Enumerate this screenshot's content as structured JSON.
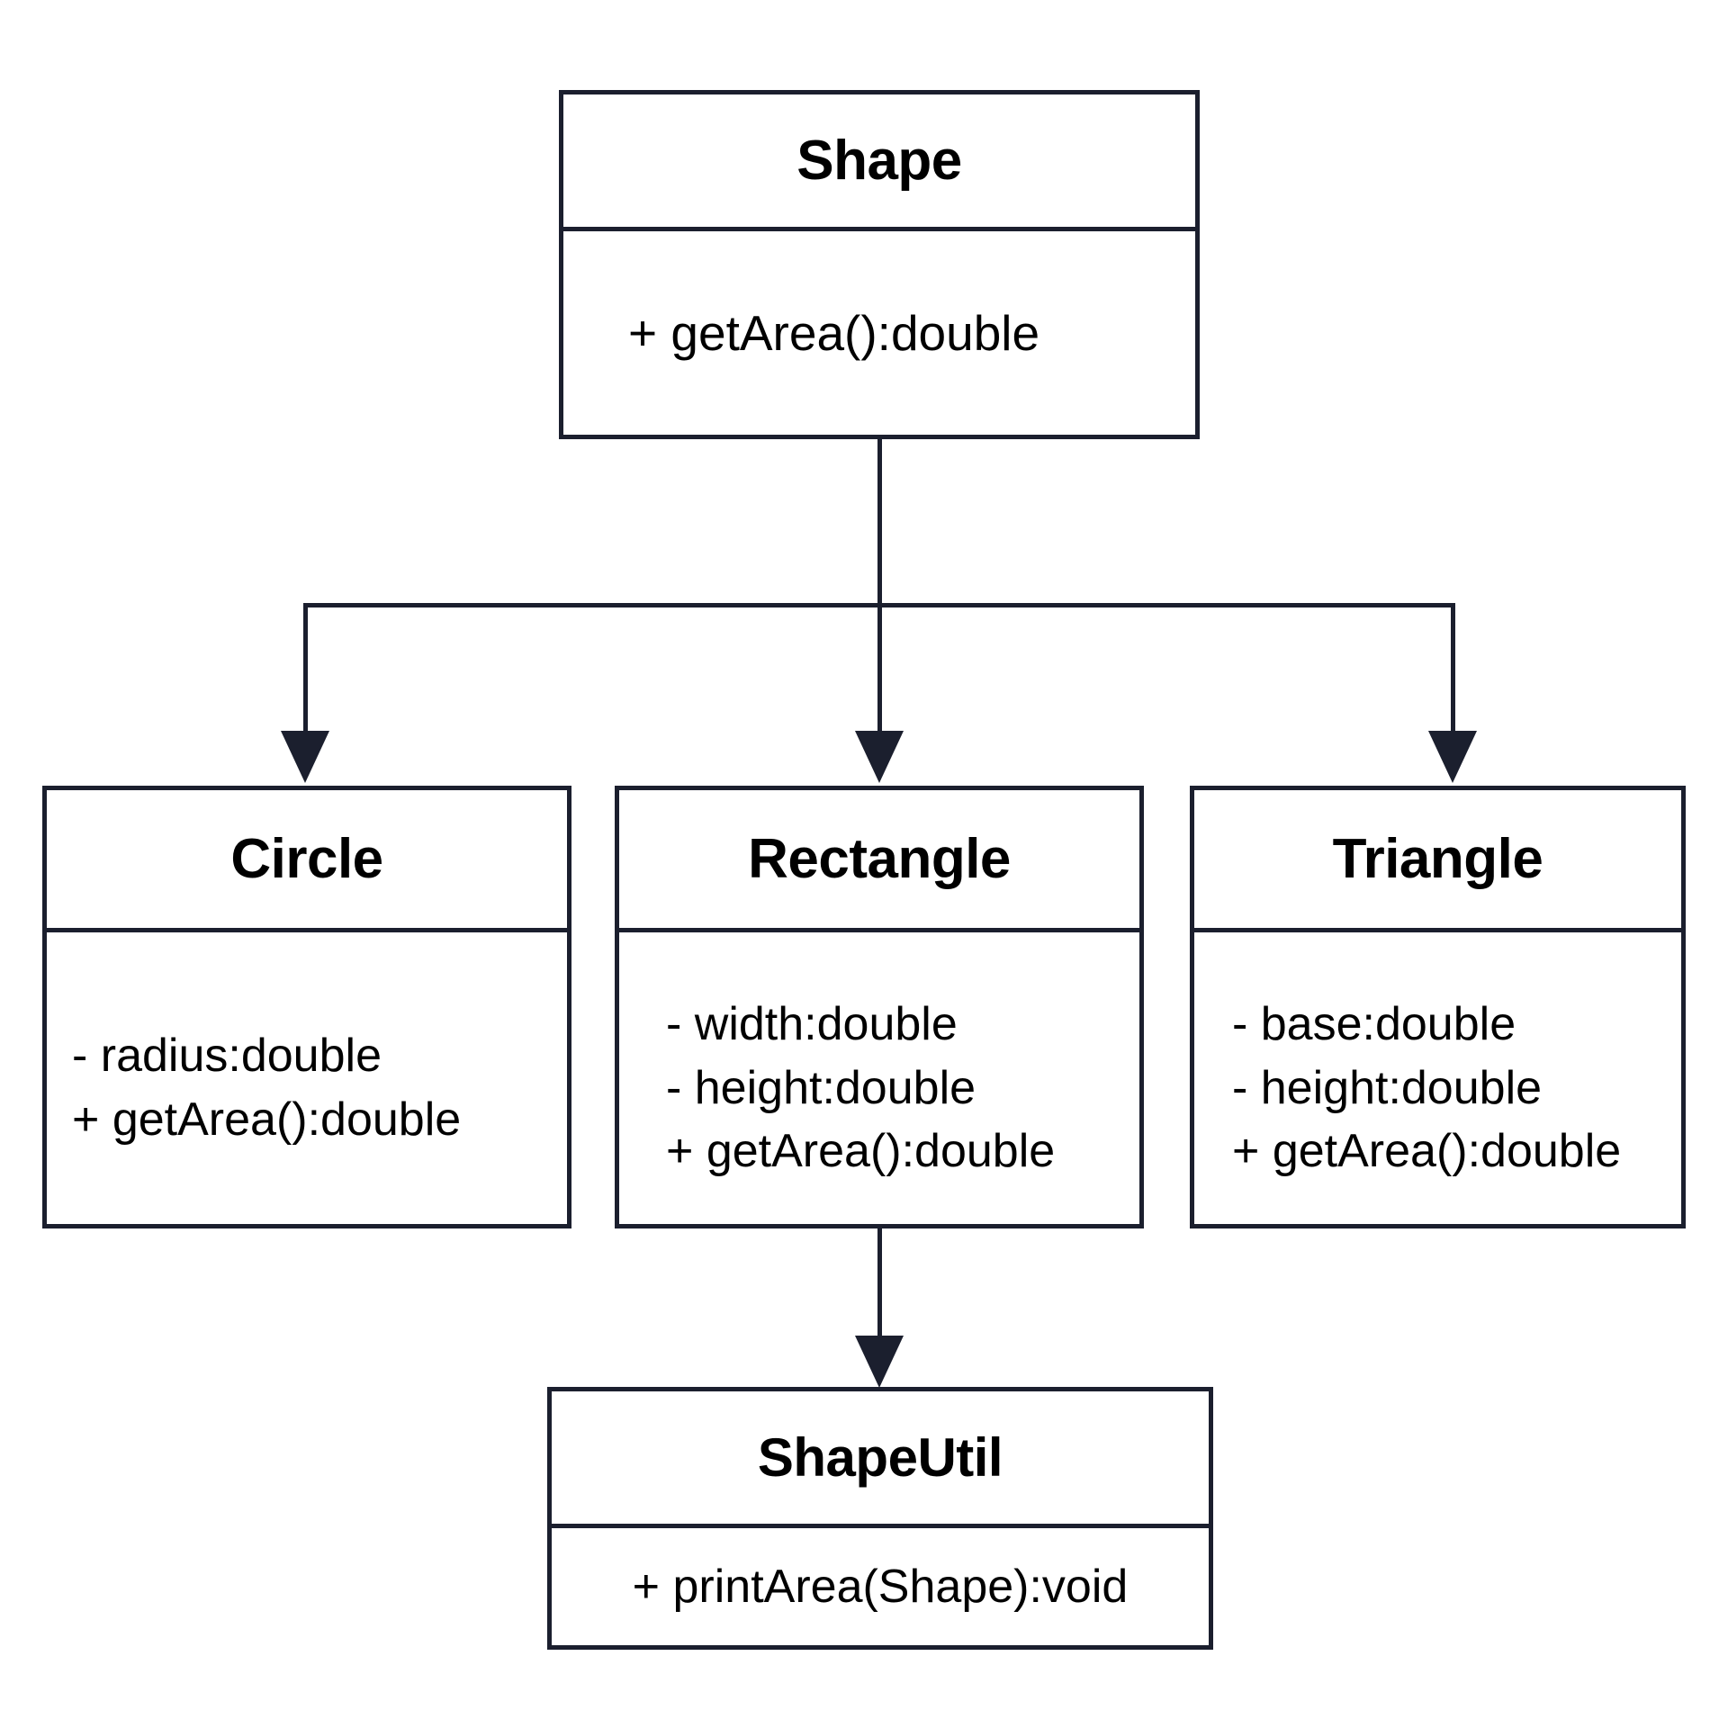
{
  "diagram": {
    "kind": "uml-class-diagram",
    "stroke_color": "#1b1f2e",
    "background_color": "#ffffff",
    "classes": [
      {
        "id": "shape",
        "name": "Shape",
        "members": [
          "+ getArea():double"
        ]
      },
      {
        "id": "circle",
        "name": "Circle",
        "members": [
          "- radius:double",
          "+ getArea():double"
        ]
      },
      {
        "id": "rectangle",
        "name": "Rectangle",
        "members": [
          "- width:double",
          "- height:double",
          "+ getArea():double"
        ]
      },
      {
        "id": "triangle",
        "name": "Triangle",
        "members": [
          "- base:double",
          "- height:double",
          "+ getArea():double"
        ]
      },
      {
        "id": "shapeutil",
        "name": "ShapeUtil",
        "members": [
          "+ printArea(Shape):void"
        ]
      }
    ],
    "connectors": [
      {
        "from": "shape",
        "to": "circle",
        "style": "solid-arrow"
      },
      {
        "from": "shape",
        "to": "rectangle",
        "style": "solid-arrow"
      },
      {
        "from": "shape",
        "to": "triangle",
        "style": "solid-arrow"
      },
      {
        "from": "rectangle",
        "to": "shapeutil",
        "style": "solid-arrow"
      }
    ]
  }
}
